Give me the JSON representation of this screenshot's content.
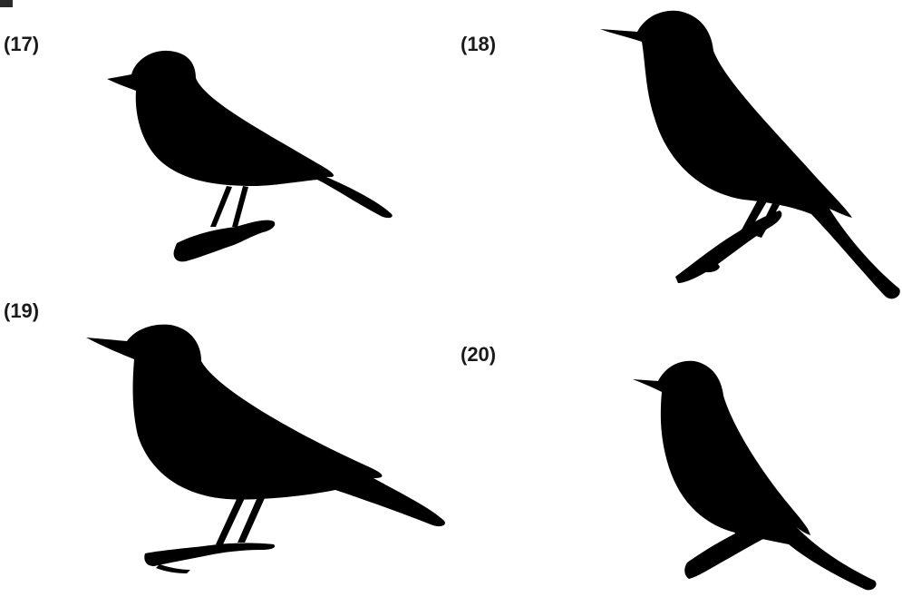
{
  "labels": {
    "item_17": "(17)",
    "item_18": "(18)",
    "item_19": "(19)",
    "item_20": "(20)"
  },
  "colors": {
    "silhouette": "#000000",
    "label_text": "#1a1a1a",
    "background": "#ffffff"
  },
  "icons": {
    "item_17": "bird-silhouette-icon",
    "item_18": "bird-silhouette-icon",
    "item_19": "bird-silhouette-icon",
    "item_20": "bird-silhouette-icon"
  }
}
